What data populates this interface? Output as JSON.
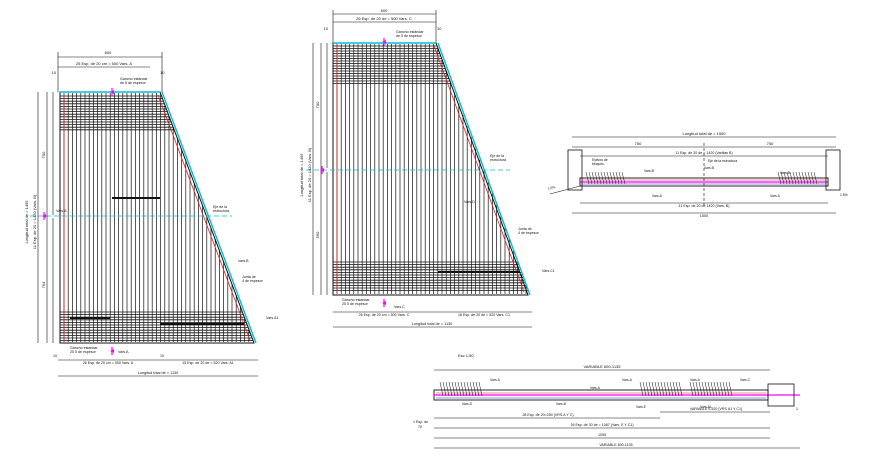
{
  "colors": {
    "ink": "#111111",
    "cyan": "#00c0d0",
    "red": "#e02020",
    "magenta": "#ff00ff",
    "blue": "#2030c0"
  },
  "panel_a": {
    "top_width": "600",
    "top_bars": "25 Esp. de 20 cm = 500 Vars. A",
    "top_edge_l": "10",
    "top_edge_r": "10",
    "left_total": "Longitud total de = 1495",
    "left_bars": "11 Esp. de 20 = 1420 (Vars. B)",
    "left_upper": "700",
    "left_lower": "794",
    "note_top": "Gancho estándar\nde 5 de espesor",
    "note_bottom": "Gancho estándar\n25 5 de espesor",
    "eje": "Eje de la\nestructura",
    "junta": "Junta de\n4 de espesor",
    "var_a": "Vars.A",
    "var_b": "Vars.B",
    "var_a1": "Vars.A1",
    "var_a2": "Vars.A",
    "bottom_bars_l": "26 Esp. de 20 cm = 500 Vars. A",
    "bottom_bars_r": "15 Esp. de 20 de = 520 Vars. A1",
    "bottom_edge_l": "10",
    "bottom_edge_r": "10",
    "total": "Longitud total de = 1130"
  },
  "panel_c": {
    "top_width": "600",
    "top_bars": "26 Esp. de 20 de = 500 Vars. C",
    "top_edge_l": "10",
    "top_edge_r": "10",
    "left_total": "Longitud total de = 1495",
    "left_bars": "11 Esp. de 20 = 1420 (Vars. B)",
    "left_upper": "700",
    "left_lower": "590",
    "note_top": "Gancho estándar\nde 5 de espesor",
    "note_bottom": "Gancho estándar\n25 5 de espesor",
    "eje": "Eje de la\nestructura",
    "junta": "Junta de\n4 de espesor",
    "var_c": "Vars.C",
    "var_d": "Vars.D",
    "var_c1": "Vars.C1",
    "bottom_bars_l": "26 Esp. de 20 cm = 500 Vars. C",
    "bottom_bars_r": "16 Esp. de 20 de = 520 Vars. C1",
    "total": "Longitud total de = 1130"
  },
  "section_right": {
    "total": "Longitud total de = 1500",
    "left_dim": "750",
    "right_dim": "750",
    "bars": "11 Esp. de 20 de = 1420 (Varillas B)",
    "axis": "Eje de la estructura",
    "note_l": "Estivos de\nbloques",
    "var_b": "Vars.B",
    "var_b2": "Vars.B",
    "var_b3": "Vars.B",
    "var_a": "Vars.A",
    "var_a2": "Vars.A",
    "bottom_bars": "11 Esp. de 20 de 1420 (Vars. B)",
    "bottom_total": "1500",
    "slope": "1.0%",
    "slope2": "1.5%"
  },
  "section_bottom": {
    "scale": "Esc 1:50",
    "top_total": "VARIABLE 600-1135",
    "vars_a": "Vars.A",
    "vars_a2": "Vars.A",
    "vars_a3": "Vars.A",
    "vars_a4": "Vars.A",
    "vars_c": "Vars.C",
    "vars_d": "Vars.D",
    "vars_e": "Vars.E",
    "vars_a1": "Vars.A1",
    "vars_b": "Vars.B",
    "dim1": "28 Esp. de 20=250 (VRS.A Y C)",
    "dim2": "VARIABLE 0-520 (VRS A1 Y C1)",
    "dim3": "26 Esp. de 30 de = 1087 (Vars. E Y C1)",
    "dim4": "1095",
    "dim5": "VARIABLE 600-1135",
    "left_note": "1 Esp. de\n70",
    "edge_r": "1"
  }
}
